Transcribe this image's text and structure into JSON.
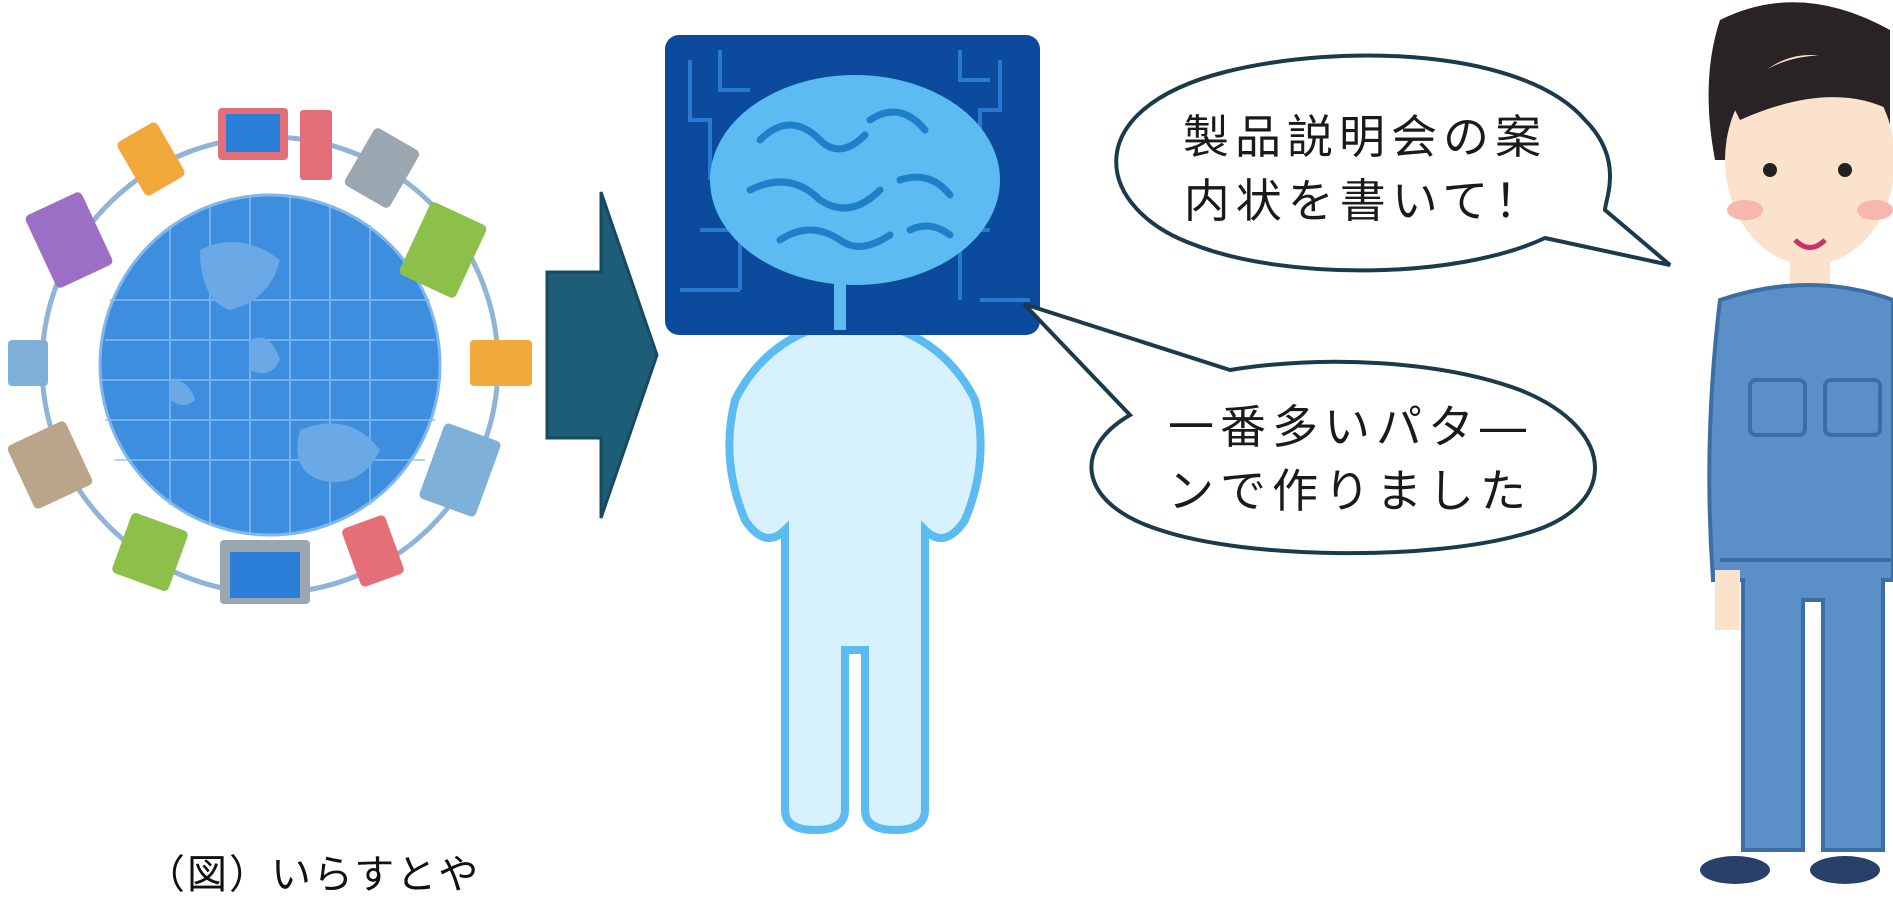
{
  "bubbles": {
    "user_request": "製品説明会の案内状を書いて！",
    "user_request_line1": "製品説明会の案",
    "user_request_line2": "内状を書いて！",
    "ai_reply_line1": "一番多いパタ―",
    "ai_reply_line2": "ンで作りました"
  },
  "credit": "（図）いらすとや",
  "colors": {
    "arrow": "#1d5d78",
    "globe": "#3e8ee0",
    "ai_body": "#cfeeff",
    "ai_outline": "#5cbbf0",
    "brain_bg": "#0b4a9c",
    "worker_suit": "#5b8fc7"
  }
}
